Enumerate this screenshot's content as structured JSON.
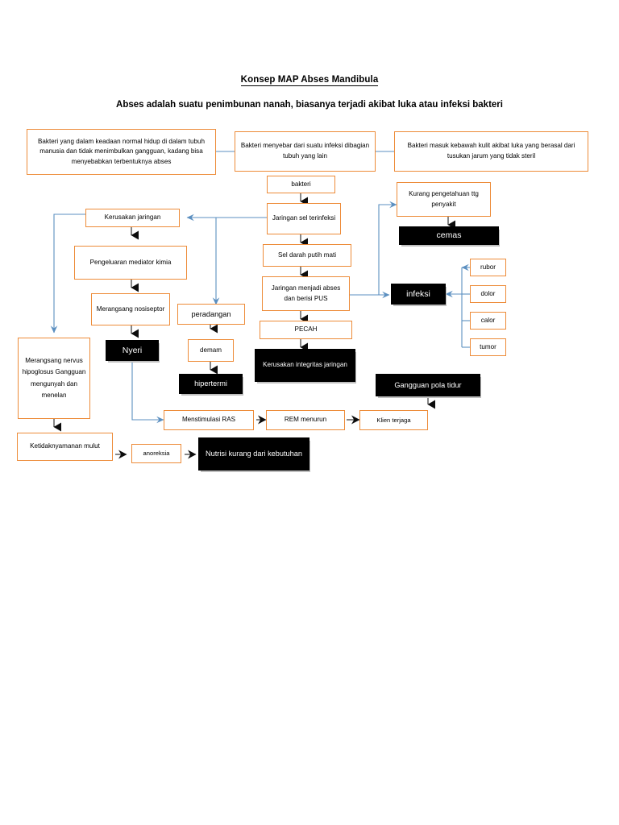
{
  "header": {
    "title": "Konsep MAP Abses Mandibula",
    "subtitle": "Abses adalah suatu penimbunan nanah, biasanya terjadi akibat luka atau infeksi bakteri"
  },
  "diagram": {
    "type": "flowchart",
    "accent_color": "#ED8B38",
    "highlight_color": "#000000",
    "connector_color": "#5B8FC0",
    "nodes": [
      {
        "id": "n1",
        "label": "Bakteri yang dalam keadaan normal hidup di dalam tubuh manusia dan tidak menimbulkan gangguan, kadang bisa menyebabkan terbentuknya abses",
        "style": "orange"
      },
      {
        "id": "n2",
        "label": "Bakteri menyebar dari suatu infeksi dibagian tubuh yang lain",
        "style": "orange"
      },
      {
        "id": "n3",
        "label": "Bakteri masuk kebawah kulit akibat luka yang berasal dari tusukan jarum yang tidak steril",
        "style": "orange"
      },
      {
        "id": "n4",
        "label": "bakteri",
        "style": "orange"
      },
      {
        "id": "n5",
        "label": "Jaringan sel terinfeksi",
        "style": "orange"
      },
      {
        "id": "n6",
        "label": "Sel darah putih mati",
        "style": "orange"
      },
      {
        "id": "n7",
        "label": "Jaringan menjadi abses dan berisi PUS",
        "style": "orange"
      },
      {
        "id": "n8",
        "label": "PECAH",
        "style": "orange"
      },
      {
        "id": "n9",
        "label": "Kerusakan integritas jaringan",
        "style": "black"
      },
      {
        "id": "n10",
        "label": "Kerusakan jaringan",
        "style": "orange"
      },
      {
        "id": "n11",
        "label": "Pengeluaran mediator kimia",
        "style": "orange"
      },
      {
        "id": "n12",
        "label": "Merangsang nosiseptor",
        "style": "orange"
      },
      {
        "id": "n13",
        "label": "Nyeri",
        "style": "black"
      },
      {
        "id": "n14",
        "label": "peradangan",
        "style": "orange"
      },
      {
        "id": "n15",
        "label": "demam",
        "style": "orange"
      },
      {
        "id": "n16",
        "label": "hipertermi",
        "style": "black"
      },
      {
        "id": "n17",
        "label": "Merangsang nervus hipoglosus Gangguan mengunyah dan menelan",
        "style": "orange"
      },
      {
        "id": "n18",
        "label": "Ketidaknyamanan mulut",
        "style": "orange"
      },
      {
        "id": "n19",
        "label": "anoreksia",
        "style": "orange"
      },
      {
        "id": "n20",
        "label": "Nutrisi kurang dari kebutuhan",
        "style": "black"
      },
      {
        "id": "n21",
        "label": "Kurang pengetahuan ttg penyakit",
        "style": "orange"
      },
      {
        "id": "n22",
        "label": "cemas",
        "style": "black"
      },
      {
        "id": "n23",
        "label": "infeksi",
        "style": "black"
      },
      {
        "id": "n24",
        "label": "rubor",
        "style": "orange"
      },
      {
        "id": "n25",
        "label": "dolor",
        "style": "orange"
      },
      {
        "id": "n26",
        "label": "calor",
        "style": "orange"
      },
      {
        "id": "n27",
        "label": "tumor",
        "style": "orange"
      },
      {
        "id": "n28",
        "label": "Menstimulasi RAS",
        "style": "orange"
      },
      {
        "id": "n29",
        "label": "REM menurun",
        "style": "orange"
      },
      {
        "id": "n30",
        "label": "Klien terjaga",
        "style": "orange"
      },
      {
        "id": "n31",
        "label": "Gangguan pola tidur",
        "style": "black"
      }
    ]
  }
}
